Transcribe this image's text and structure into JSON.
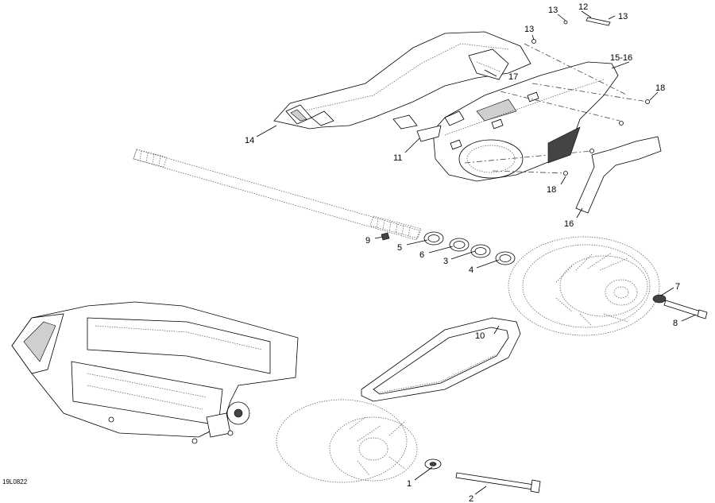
{
  "drawing_code": "19L0822",
  "callouts": [
    {
      "id": "c1",
      "text": "1"
    },
    {
      "id": "c2",
      "text": "2"
    },
    {
      "id": "c3",
      "text": "3"
    },
    {
      "id": "c4",
      "text": "4"
    },
    {
      "id": "c5",
      "text": "5"
    },
    {
      "id": "c6",
      "text": "6"
    },
    {
      "id": "c7",
      "text": "7"
    },
    {
      "id": "c8",
      "text": "8"
    },
    {
      "id": "c9",
      "text": "9"
    },
    {
      "id": "c10",
      "text": "10"
    },
    {
      "id": "c11",
      "text": "11"
    },
    {
      "id": "c12",
      "text": "12"
    },
    {
      "id": "c13a",
      "text": "13"
    },
    {
      "id": "c13b",
      "text": "13"
    },
    {
      "id": "c13c",
      "text": "13"
    },
    {
      "id": "c14",
      "text": "14"
    },
    {
      "id": "c1516",
      "text": "15-16"
    },
    {
      "id": "c16",
      "text": "16"
    },
    {
      "id": "c17",
      "text": "17"
    },
    {
      "id": "c18a",
      "text": "18"
    },
    {
      "id": "c18b",
      "text": "18"
    }
  ]
}
